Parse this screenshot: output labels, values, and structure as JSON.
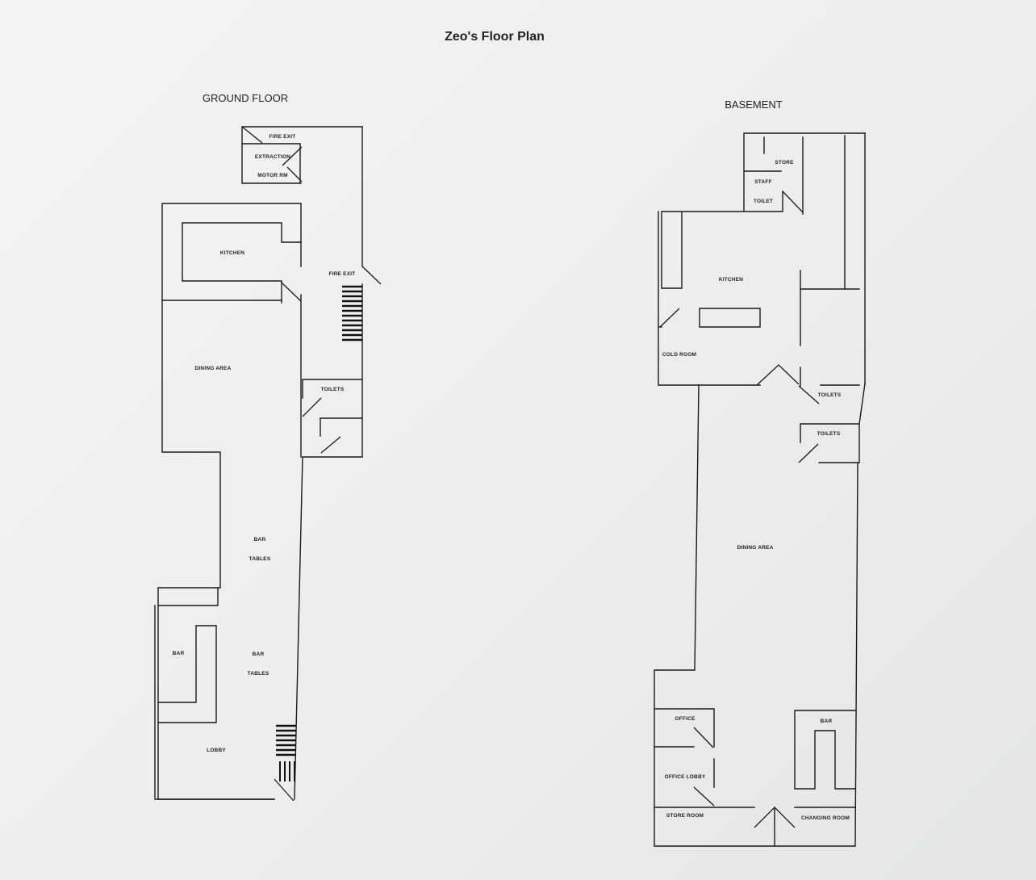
{
  "title": "Zeo's Floor Plan",
  "ground_floor": {
    "heading": "GROUND FLOOR",
    "rooms": {
      "fire_exit_top": "FIRE EXIT",
      "extraction": "EXTRACTION",
      "motor_rm": "MOTOR RM",
      "kitchen": "KITCHEN",
      "fire_exit_side": "FIRE EXIT",
      "dining_area": "DINING AREA",
      "toilets": "TOILETS",
      "bar_1": "BAR",
      "tables_1": "TABLES",
      "bar_counter": "BAR",
      "bar_2": "BAR",
      "tables_2": "TABLES",
      "lobby": "LOBBY"
    }
  },
  "basement": {
    "heading": "BASEMENT",
    "rooms": {
      "store": "STORE",
      "staff": "STAFF",
      "toilet": "TOILET",
      "kitchen": "KITCHEN",
      "cold_room": "COLD ROOM",
      "toilets_1": "TOILETS",
      "toilets_2": "TOILETS",
      "dining_area": "DINING AREA",
      "office": "OFFICE",
      "bar": "BAR",
      "office_lobby": "OFFICE LOBBY",
      "store_room": "STORE ROOM",
      "changing_room": "CHANGING ROOM"
    }
  }
}
